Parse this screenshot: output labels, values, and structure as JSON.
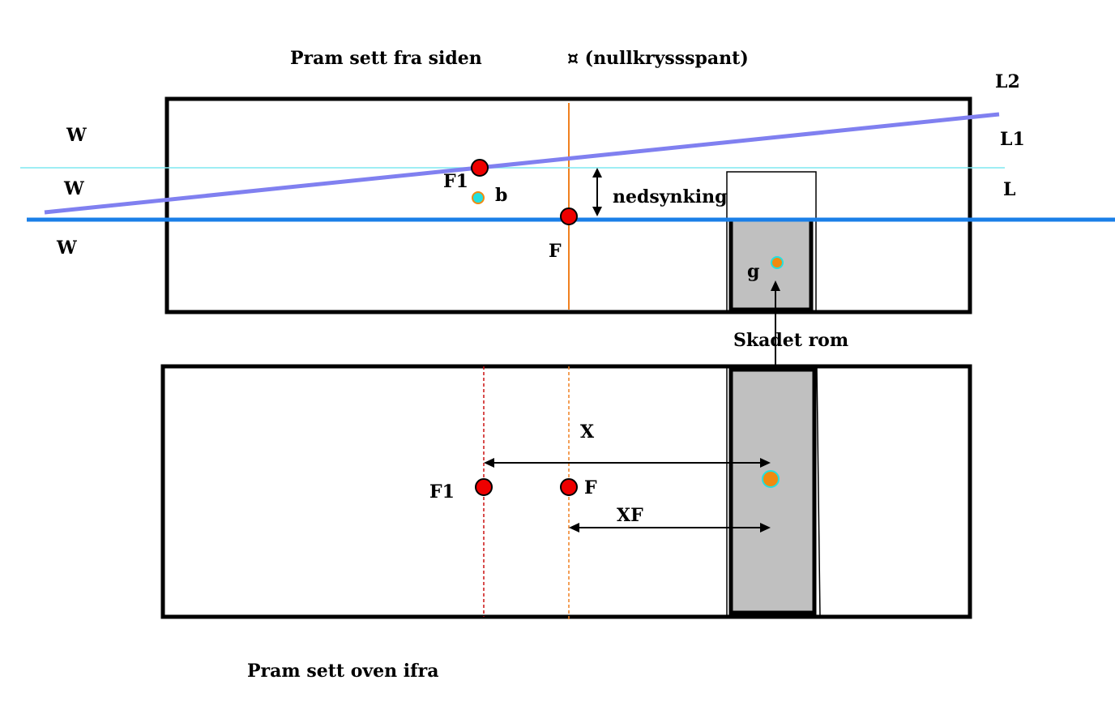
{
  "titles": {
    "side_view": "Pram sett fra siden",
    "midship": "¤  (nullkryssspant)",
    "top_view": "Pram sett oven ifra"
  },
  "waterlines": {
    "left_w1": "W",
    "left_w2": "W",
    "left_w3": "W",
    "right_l2": "L2",
    "right_l1": "L1",
    "right_l": "L"
  },
  "side_labels": {
    "f1": "F1",
    "b": "b",
    "f": "F",
    "sinkage": "nedsynking",
    "g": "g"
  },
  "damaged_label": "Skadet rom",
  "top_labels": {
    "x": "X",
    "f1": "F1",
    "f": "F",
    "xf": "XF"
  },
  "colors": {
    "hull": "#000000",
    "waterline_main": "#1a7fe8",
    "waterline_trim": "#8080f0",
    "waterline_initial": "#7fe8f0",
    "centerline": "#f08020",
    "f1_line": "#cc1010",
    "point_red": "#ee0000",
    "point_orange": "#f08a10",
    "point_cyan": "#22e0e0",
    "damaged_fill": "#c0c0c0"
  }
}
